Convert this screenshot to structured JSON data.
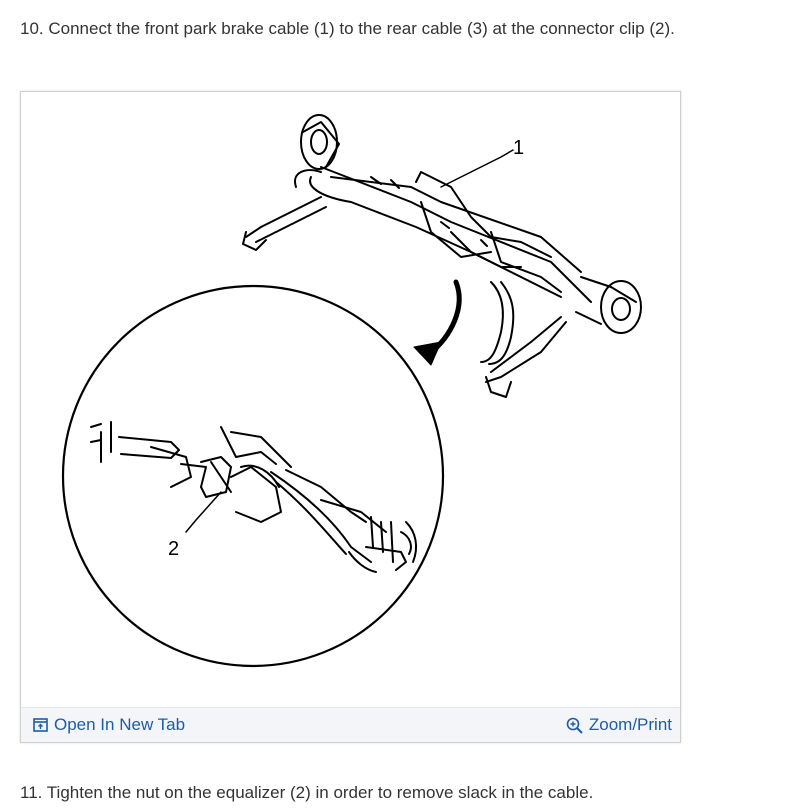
{
  "steps": {
    "step10": "10. Connect the front park brake cable (1) to the rear cable (3) at the connector clip (2).",
    "step11": "11. Tighten the nut on the equalizer (2) in order to remove slack in the cable."
  },
  "figure": {
    "callout_1": "1",
    "callout_2": "2",
    "open_tab_label": "Open In New Tab",
    "zoom_label": "Zoom/Print",
    "link_color": "#1c5ca8"
  }
}
